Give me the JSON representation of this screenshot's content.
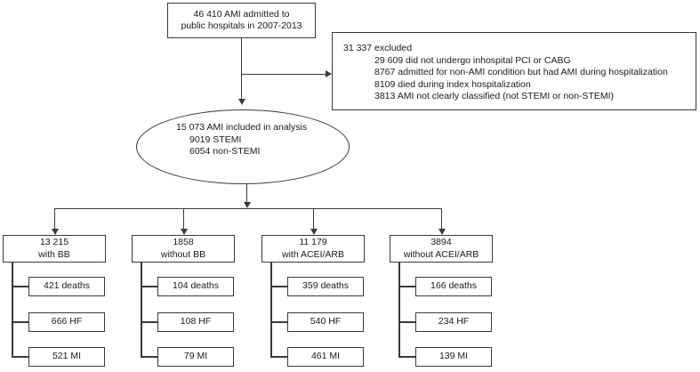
{
  "diagram": {
    "colors": {
      "line": "#3a3a3a",
      "text": "#1a1a1a",
      "background": "#ffffff"
    },
    "top_box": {
      "line1": "46 410 AMI admitted to",
      "line2": "public hospitals in 2007-2013"
    },
    "excluded_box": {
      "title": "31 337 excluded",
      "items": [
        "29 609 did not undergo inhospital PCI or CABG",
        "8767 admitted for non-AMI condition but had AMI during hospitalization",
        "8109 died during index hospitalization",
        "3813 AMI not clearly classified (not STEMI or non-STEMI)"
      ]
    },
    "included_ellipse": {
      "title": "15 073 AMI included in analysis",
      "items": [
        "9019 STEMI",
        "6054 non-STEMI"
      ]
    },
    "branches": [
      {
        "count": "13 215",
        "label": "with BB",
        "outcomes": [
          "421 deaths",
          "666 HF",
          "521 MI"
        ]
      },
      {
        "count": "1858",
        "label": "without BB",
        "outcomes": [
          "104 deaths",
          "108 HF",
          "79 MI"
        ]
      },
      {
        "count": "11 179",
        "label": "with ACEI/ARB",
        "outcomes": [
          "359 deaths",
          "540 HF",
          "461 MI"
        ]
      },
      {
        "count": "3894",
        "label": "without ACEI/ARB",
        "outcomes": [
          "166 deaths",
          "234 HF",
          "139 MI"
        ]
      }
    ]
  }
}
